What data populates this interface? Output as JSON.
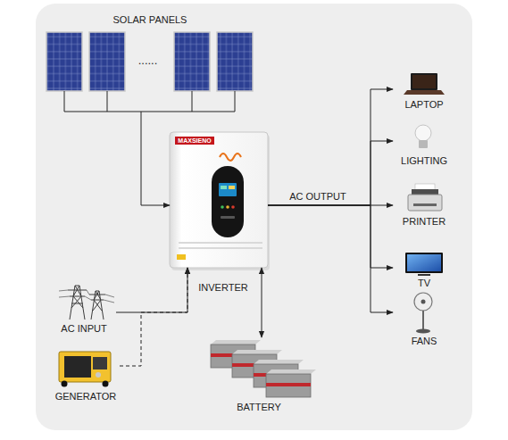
{
  "diagram": {
    "nodes": [
      {
        "text": [
          "SOLAR PANELS"
        ]
      },
      {
        "text": [
          "MAXSIENO",
          "INVERTER"
        ]
      },
      {
        "text": [
          "LAPTOP"
        ]
      },
      {
        "text": [
          "LIGHTING"
        ]
      },
      {
        "text": [
          "PRINTER"
        ]
      },
      {
        "text": [
          "TV"
        ]
      },
      {
        "text": [
          "FANS"
        ]
      },
      {
        "text": [
          "AC INPUT"
        ]
      },
      {
        "text": [
          "GENERATOR"
        ]
      },
      {
        "text": [
          "BATTERY"
        ]
      }
    ],
    "edges": [
      {
        "from": 0,
        "to": 1,
        "arrow": "to"
      },
      {
        "from": 1,
        "to": 2,
        "arrow": "to"
      },
      {
        "from": 1,
        "to": 3,
        "arrow": "to"
      },
      {
        "from": 1,
        "to": 4,
        "label": "AC OUTPUT",
        "arrow": "to"
      },
      {
        "from": 1,
        "to": 5,
        "arrow": "to"
      },
      {
        "from": 1,
        "to": 6,
        "arrow": "to"
      },
      {
        "from": 7,
        "to": 1,
        "arrow": "to"
      },
      {
        "from": 8,
        "to": 1,
        "arrow": "to"
      },
      {
        "from": 1,
        "to": 9,
        "arrow": "both"
      }
    ],
    "labels": [
      "......"
    ]
  }
}
